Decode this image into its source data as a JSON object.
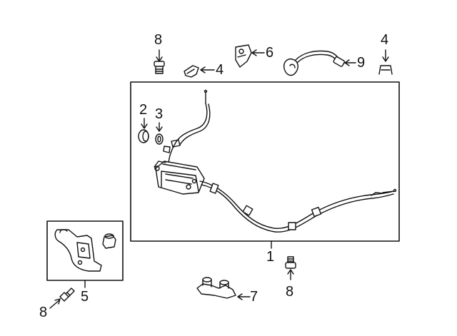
{
  "callouts": [
    {
      "id": "c8a",
      "text": "8"
    },
    {
      "id": "c4a",
      "text": "4"
    },
    {
      "id": "c6",
      "text": "6"
    },
    {
      "id": "c9",
      "text": "9"
    },
    {
      "id": "c4b",
      "text": "4"
    },
    {
      "id": "c2",
      "text": "2"
    },
    {
      "id": "c3",
      "text": "3"
    },
    {
      "id": "c1",
      "text": "1"
    },
    {
      "id": "c8b",
      "text": "8"
    },
    {
      "id": "c5",
      "text": "5"
    },
    {
      "id": "c8c",
      "text": "8"
    },
    {
      "id": "c7",
      "text": "7"
    }
  ],
  "colors": {
    "line": "#111111",
    "background": "#ffffff"
  }
}
